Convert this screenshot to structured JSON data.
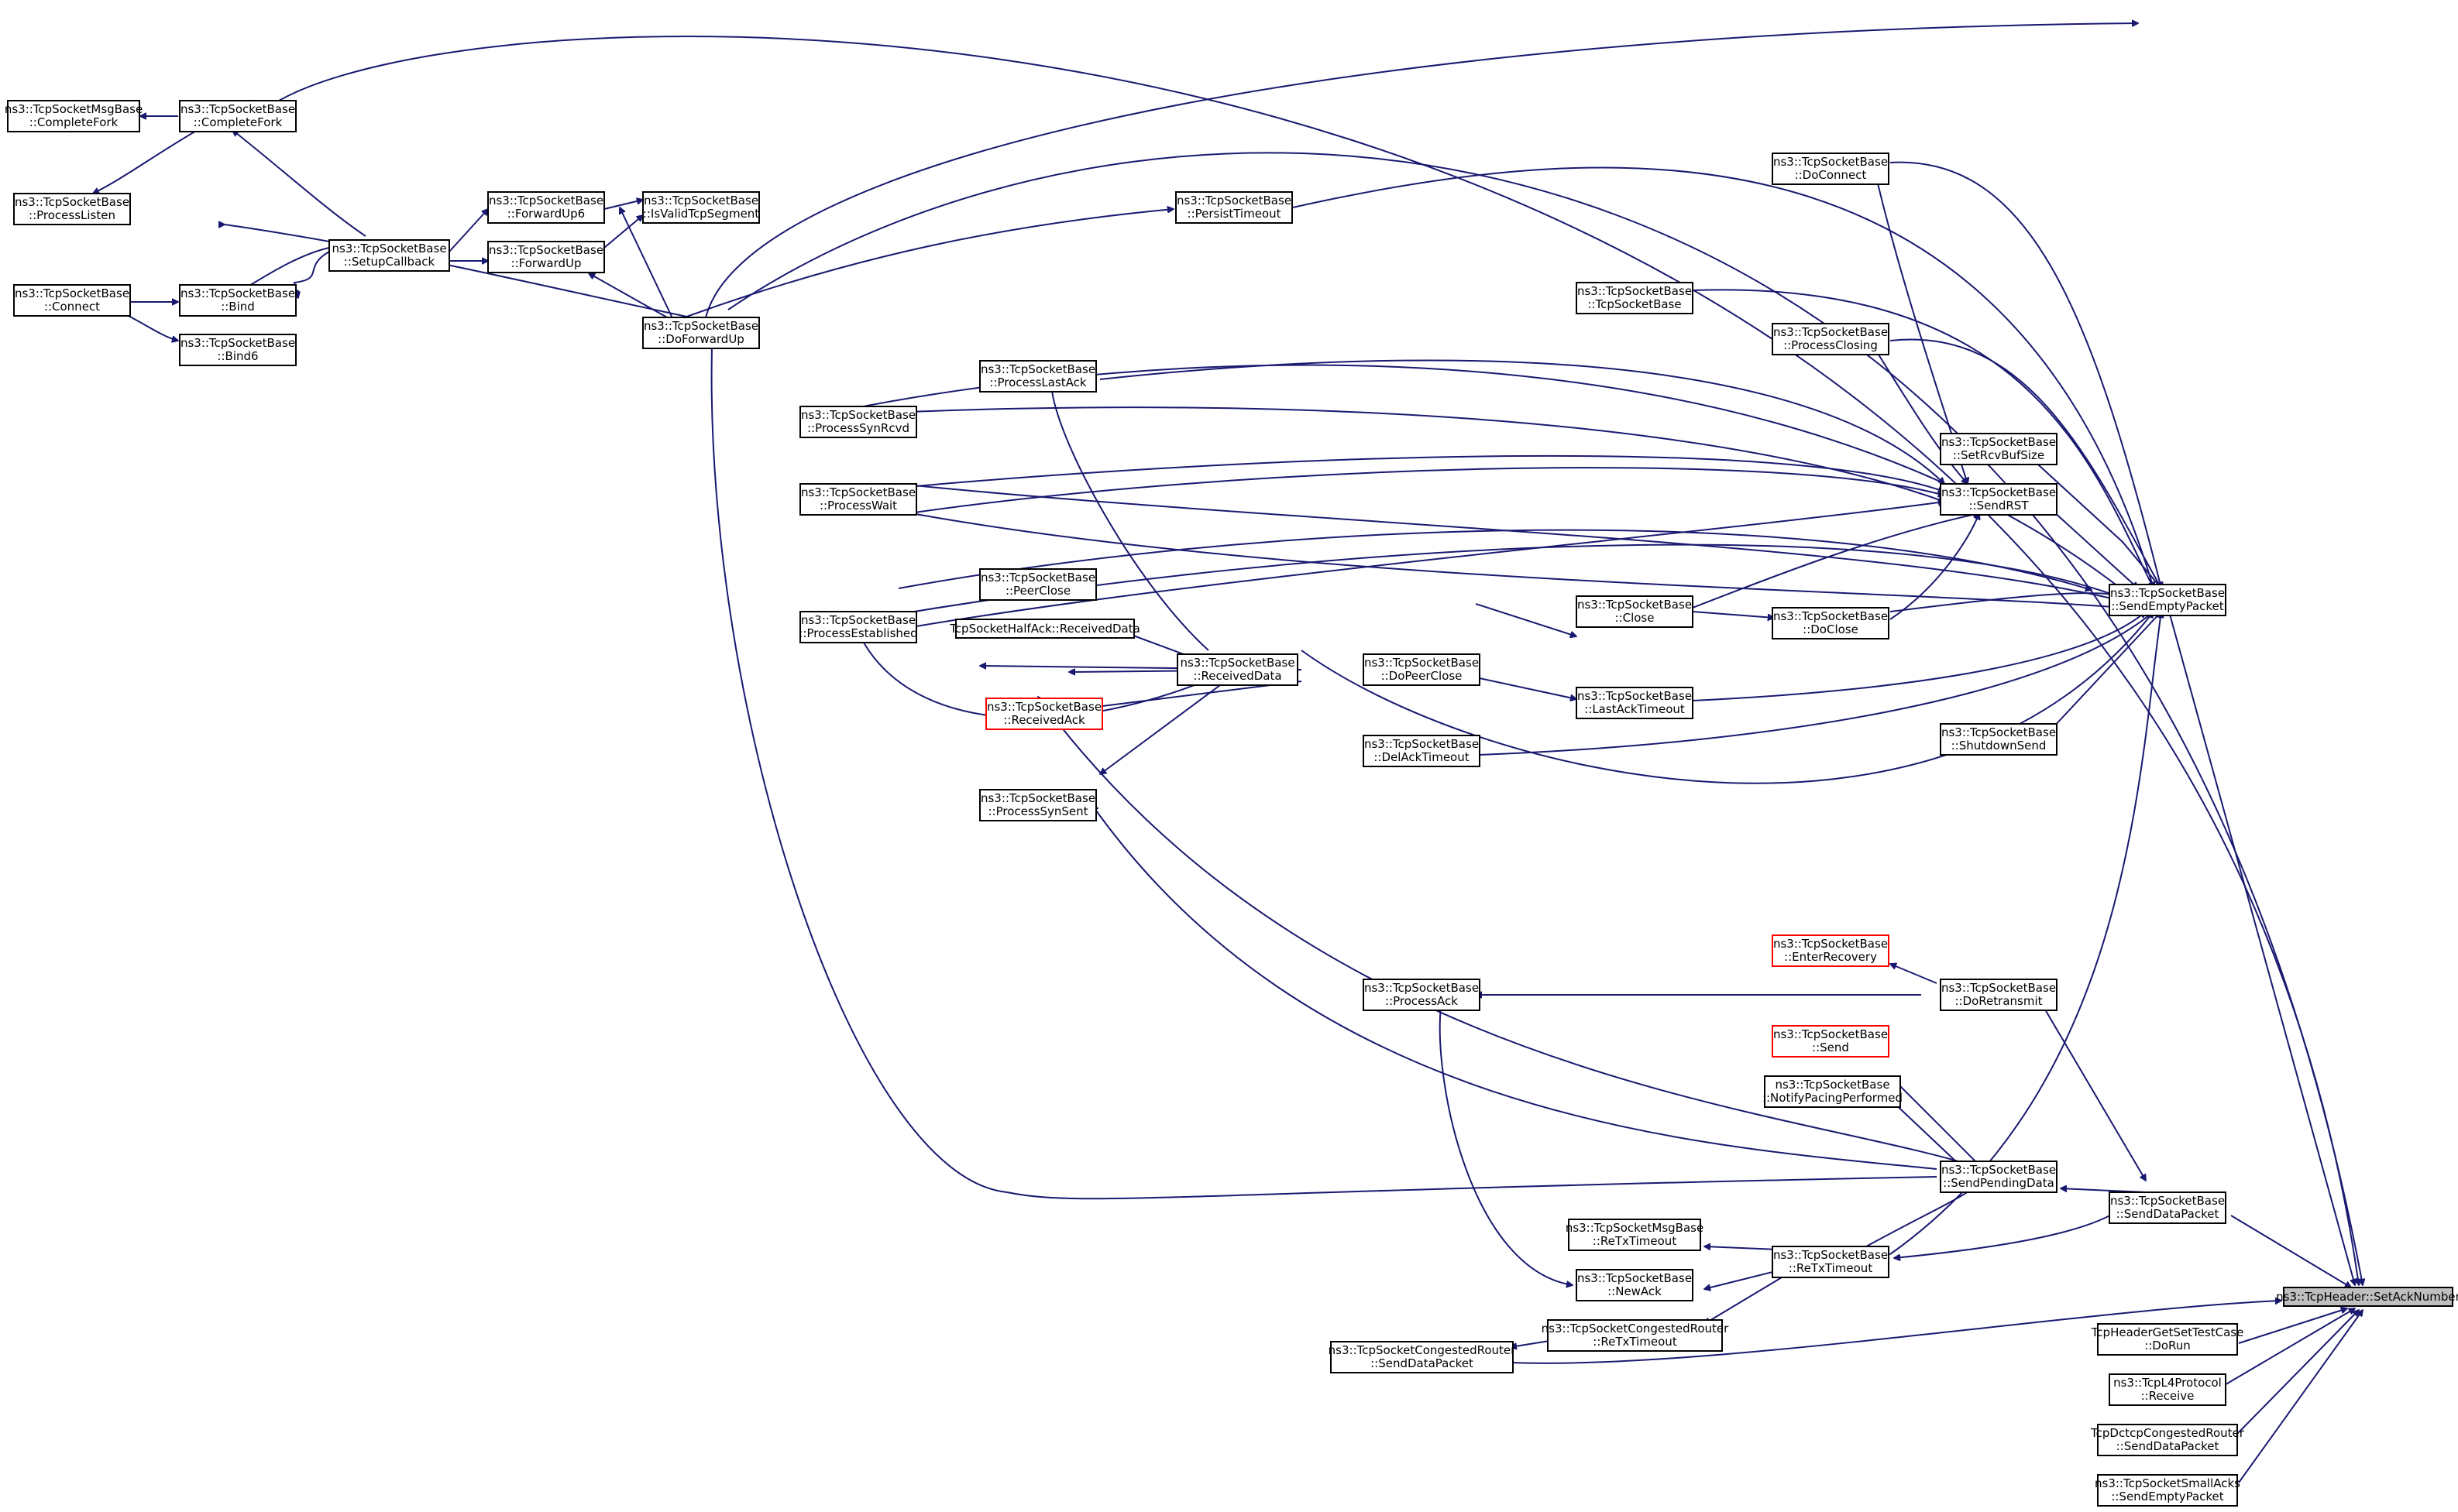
{
  "graph": {
    "title": "",
    "nodes": {
      "msgbase_completefork": [
        "ns3::TcpSocketMsgBase",
        "::CompleteFork"
      ],
      "completefork": [
        "ns3::TcpSocketBase",
        "::CompleteFork"
      ],
      "processlisten": [
        "ns3::TcpSocketBase",
        "::ProcessListen"
      ],
      "connect": [
        "ns3::TcpSocketBase",
        "::Connect"
      ],
      "bind": [
        "ns3::TcpSocketBase",
        "::Bind"
      ],
      "bind6": [
        "ns3::TcpSocketBase",
        "::Bind6"
      ],
      "setupcallback": [
        "ns3::TcpSocketBase",
        "::SetupCallback"
      ],
      "forwardup6": [
        "ns3::TcpSocketBase",
        "::ForwardUp6"
      ],
      "forwardup": [
        "ns3::TcpSocketBase",
        "::ForwardUp"
      ],
      "isvalid": [
        "ns3::TcpSocketBase",
        "::IsValidTcpSegment"
      ],
      "doforwardup": [
        "ns3::TcpSocketBase",
        "::DoForwardUp"
      ],
      "persisttimeout": [
        "ns3::TcpSocketBase",
        "::PersistTimeout"
      ],
      "processlastack": [
        "ns3::TcpSocketBase",
        "::ProcessLastAck"
      ],
      "processsynrcvd": [
        "ns3::TcpSocketBase",
        "::ProcessSynRcvd"
      ],
      "processwait": [
        "ns3::TcpSocketBase",
        "::ProcessWait"
      ],
      "processestablished": [
        "ns3::TcpSocketBase",
        "::ProcessEstablished"
      ],
      "peerclose": [
        "ns3::TcpSocketBase",
        "::PeerClose"
      ],
      "halfack": [
        "TcpSocketHalfAck::ReceivedData"
      ],
      "receivedack": [
        "ns3::TcpSocketBase",
        "::ReceivedAck"
      ],
      "receiveddata": [
        "ns3::TcpSocketBase",
        "::ReceivedData"
      ],
      "processsynsent": [
        "ns3::TcpSocketBase",
        "::ProcessSynSent"
      ],
      "dopeerclose": [
        "ns3::TcpSocketBase",
        "::DoPeerClose"
      ],
      "delacktimeout": [
        "ns3::TcpSocketBase",
        "::DelAckTimeout"
      ],
      "processack": [
        "ns3::TcpSocketBase",
        "::ProcessAck"
      ],
      "tcpsocketbase": [
        "ns3::TcpSocketBase",
        "::TcpSocketBase"
      ],
      "close": [
        "ns3::TcpSocketBase",
        "::Close"
      ],
      "lastacktimeout": [
        "ns3::TcpSocketBase",
        "::LastAckTimeout"
      ],
      "doconnect": [
        "ns3::TcpSocketBase",
        "::DoConnect"
      ],
      "processclosing": [
        "ns3::TcpSocketBase",
        "::ProcessClosing"
      ],
      "doclose": [
        "ns3::TcpSocketBase",
        "::DoClose"
      ],
      "enterrecovery": [
        "ns3::TcpSocketBase",
        "::EnterRecovery"
      ],
      "send": [
        "ns3::TcpSocketBase",
        "::Send"
      ],
      "notifypacing": [
        "ns3::TcpSocketBase",
        "::NotifyPacingPerformed"
      ],
      "msgbase_retx": [
        "ns3::TcpSocketMsgBase",
        "::ReTxTimeout"
      ],
      "newack": [
        "ns3::TcpSocketBase",
        "::NewAck"
      ],
      "retxtimeout": [
        "ns3::TcpSocketBase",
        "::ReTxTimeout"
      ],
      "congested_retx": [
        "ns3::TcpSocketCongestedRouter",
        "::ReTxTimeout"
      ],
      "congested_senddata": [
        "ns3::TcpSocketCongestedRouter",
        "::SendDataPacket"
      ],
      "setrcvbufsize": [
        "ns3::TcpSocketBase",
        "::SetRcvBufSize"
      ],
      "sendrst": [
        "ns3::TcpSocketBase",
        "::SendRST"
      ],
      "shutdownsend": [
        "ns3::TcpSocketBase",
        "::ShutdownSend"
      ],
      "doretransmit": [
        "ns3::TcpSocketBase",
        "::DoRetransmit"
      ],
      "sendpendingdata": [
        "ns3::TcpSocketBase",
        "::SendPendingData"
      ],
      "sendemptypacket": [
        "ns3::TcpSocketBase",
        "::SendEmptyPacket"
      ],
      "senddatapacket": [
        "ns3::TcpSocketBase",
        "::SendDataPacket"
      ],
      "setacknumber": [
        "ns3::TcpHeader::SetAckNumber"
      ],
      "headertest": [
        "TcpHeaderGetSetTestCase",
        "::DoRun"
      ],
      "l4receive": [
        "ns3::TcpL4Protocol",
        "::Receive"
      ],
      "dctcp": [
        "TcpDctcpCongestedRouter",
        "::SendDataPacket"
      ],
      "smallacks": [
        "ns3::TcpSocketSmallAcks",
        "::SendEmptyPacket"
      ]
    }
  }
}
